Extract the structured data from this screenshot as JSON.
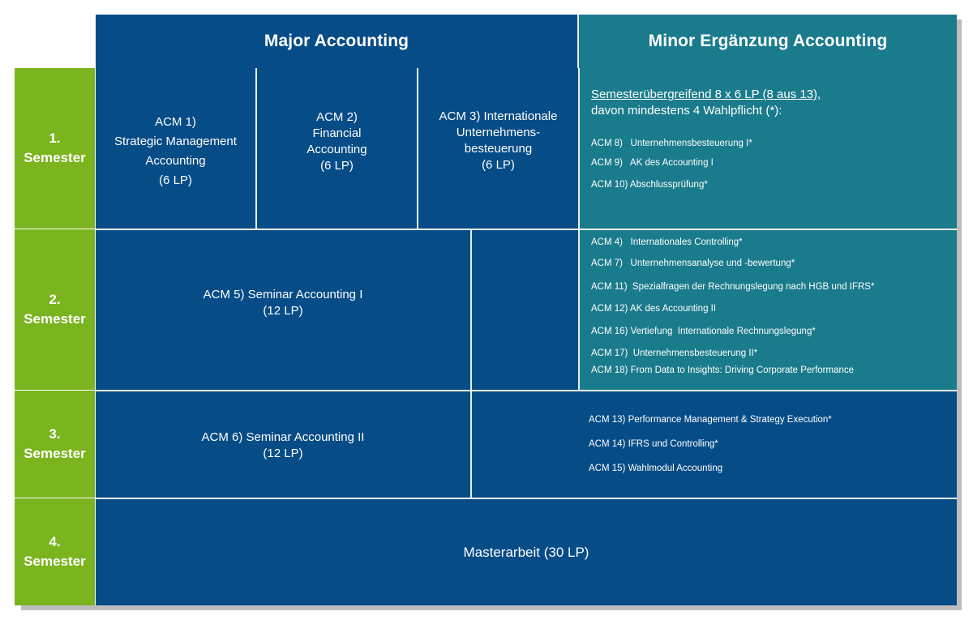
{
  "header": {
    "major_title": "Major Accounting",
    "minor_title": "Minor Ergänzung Accounting"
  },
  "semesters": [
    {
      "number": "1.",
      "label": "Semester"
    },
    {
      "number": "2.",
      "label": "Semester"
    },
    {
      "number": "3.",
      "label": "Semester"
    },
    {
      "number": "4.",
      "label": "Semester"
    }
  ],
  "modules": {
    "acm1": {
      "lines": [
        "ACM 1)",
        "Strategic Management",
        "Accounting",
        "(6 LP)"
      ]
    },
    "acm2": {
      "lines": [
        "ACM 2)",
        "Financial",
        "Accounting",
        "(6 LP)"
      ]
    },
    "acm3": {
      "lines": [
        "ACM 3) Internationale",
        "Unternehmens-",
        "besteuerung",
        "(6 LP)"
      ]
    },
    "acm5": {
      "lines": [
        "ACM 5) Seminar Accounting I",
        "(12 LP)"
      ]
    },
    "acm6": {
      "lines": [
        "ACM 6) Seminar Accounting II",
        "(12 LP)"
      ]
    },
    "master": {
      "label": "Masterarbeit (30 LP)"
    }
  },
  "minor": {
    "intro_line1": "Semesterübergreifend 8 x 6 LP (8 aus 13),",
    "intro_line2": "davon mindestens 4 Wahlpflicht (*):",
    "sem1_items": [
      "ACM 8)   Unternehmensbesteuerung I*",
      "ACM 9)   AK des Accounting I",
      "ACM 10) Abschlussprüfung*"
    ],
    "sem2_items": [
      "ACM 4)   Internationales Controlling*",
      "ACM 7)   Unternehmensanalyse und -bewertung*",
      "ACM 11)  Spezialfragen der Rechnungslegung nach HGB und IFRS*",
      "ACM 12) AK des Accounting II",
      "ACM 16) Vertiefung  Internationale Rechnungslegung*",
      "ACM 17)  Unternehmensbesteuerung II*",
      "ACM 18) From Data to Insights: Driving Corporate Performance"
    ],
    "sem3_items": [
      "ACM 13) Performance Management & Strategy Execution*",
      "ACM 14) IFRS und Controlling*",
      "ACM 15) Wahlmodul Accounting"
    ]
  }
}
